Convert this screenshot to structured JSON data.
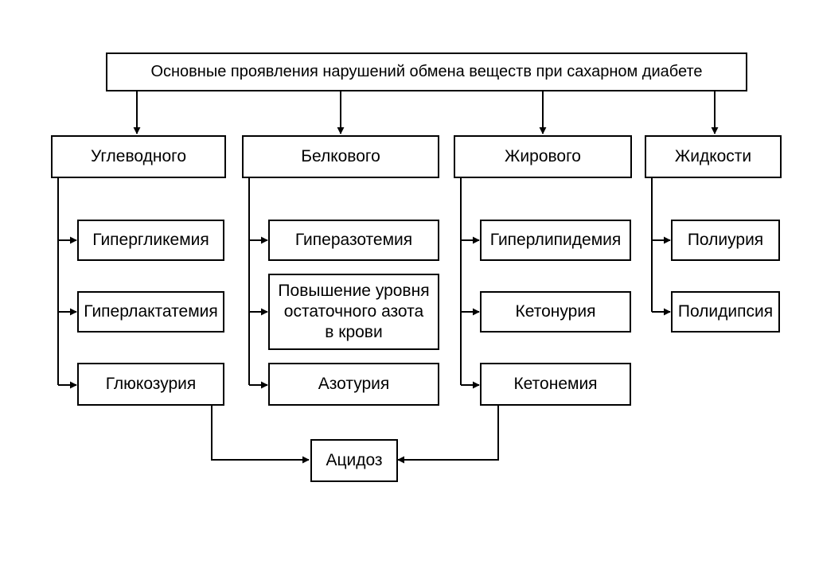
{
  "title": "Основные проявления нарушений обмена веществ при сахарном диабете",
  "categories": {
    "carb": "Углеводного",
    "protein": "Белкового",
    "fat": "Жирового",
    "fluid": "Жидкости"
  },
  "carb_items": {
    "hyperglycemia": "Гипергликемия",
    "hyperlactatemia": "Гиперлактатемия",
    "glucosuria": "Глюкозурия"
  },
  "protein_items": {
    "hyperazotemia": "Гиперазотемия",
    "residual_nitrogen": "Повышение уровня\nостаточного азота\nв крови",
    "azoturia": "Азотурия"
  },
  "fat_items": {
    "hyperlipidemia": "Гиперлипидемия",
    "ketonuria": "Кетонурия",
    "ketonemia": "Кетонемия"
  },
  "fluid_items": {
    "polyuria": "Полиурия",
    "polydipsia": "Полидипсия"
  },
  "outcome": {
    "acidosis": "Ацидоз"
  }
}
